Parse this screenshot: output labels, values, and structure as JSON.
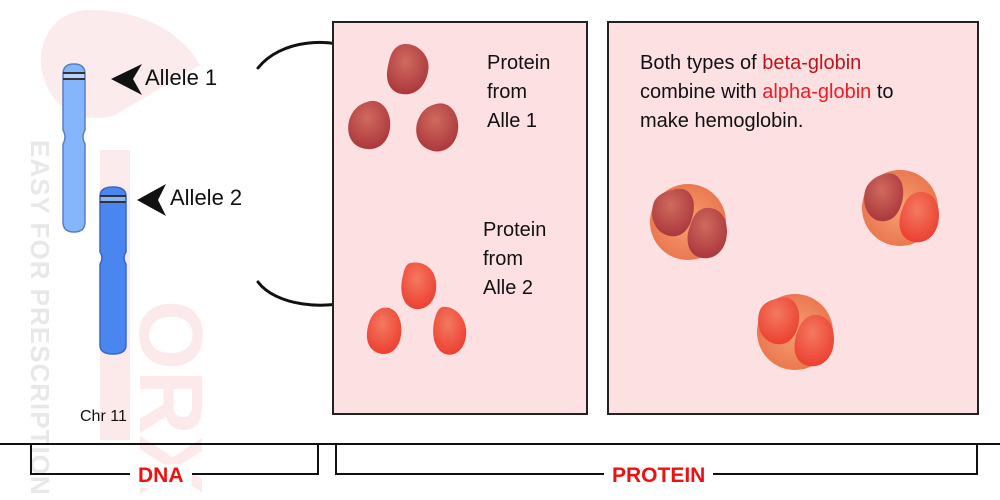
{
  "watermark": {
    "brand": "EFORX",
    "tagline": "EASY FOR PRESCRIPTION"
  },
  "dna_section": {
    "allele1_label": "Allele 1",
    "allele2_label": "Allele 2",
    "chromosome_label": "Chr 11",
    "chromosome_colors": {
      "allele1": "#85b6fb",
      "allele2": "#4a86f0"
    }
  },
  "protein_panel_1": {
    "allele1_text": [
      "Protein",
      "from",
      "Alle 1"
    ],
    "allele2_text": [
      "Protein",
      "from",
      "Alle 2"
    ],
    "protein1_color": "#b8403f",
    "protein2_color": "#f05a40"
  },
  "protein_panel_2": {
    "text_part1": "Both types of ",
    "beta": "beta-globin",
    "text_part2": "combine with ",
    "alpha": "alpha-globin",
    "text_part3": " to",
    "text_part4": "make hemoglobin.",
    "beta_color": "#c0141a",
    "alpha_color": "#ee1c24"
  },
  "footer": {
    "dna_label": "DNA",
    "protein_label": "PROTEIN",
    "label_color": "#ee1111"
  }
}
